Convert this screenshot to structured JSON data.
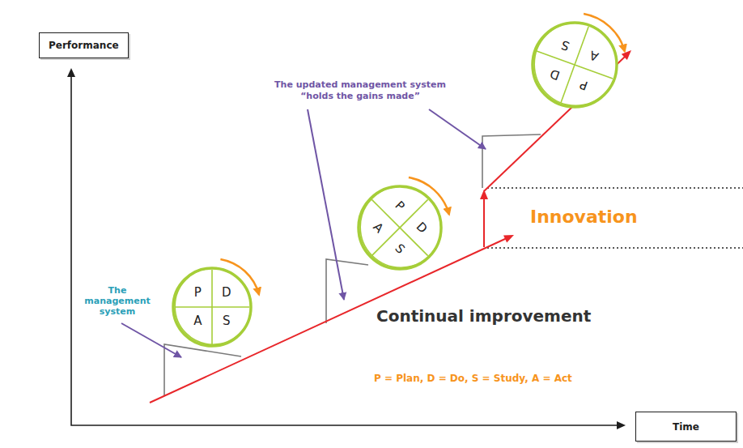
{
  "diagram": {
    "nodes": [
      {
        "text": [
          "Performance"
        ]
      },
      {
        "text": [
          "P",
          "D",
          "A",
          "S"
        ]
      },
      {
        "text": [
          "P",
          "D",
          "A",
          "S"
        ]
      },
      {
        "text": [
          "P",
          "D",
          "A",
          "S"
        ]
      },
      {
        "text": [
          "Time"
        ]
      }
    ],
    "edges": [
      {
        "from": 0,
        "to": 4,
        "arrow": "both"
      }
    ],
    "labels": [
      "The management system",
      "The updated management system “holds the gains made”",
      "Innovation",
      "Continual improvement",
      "P = Plan, D = Do, S = Study, A = Act"
    ]
  }
}
